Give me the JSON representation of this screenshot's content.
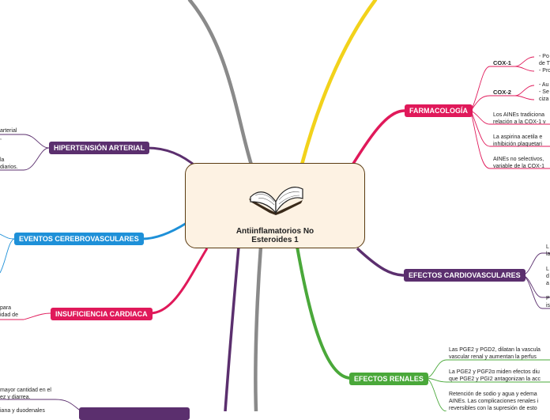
{
  "central": {
    "title_line1": "Antiinflamatorios No",
    "title_line2": "Esteroides 1",
    "icon": "open-book-icon"
  },
  "colors": {
    "gray": "#8a8a8a",
    "yellow": "#f2d21b",
    "pink": "#e0195a",
    "purple": "#5b2f6e",
    "green": "#4aa83a",
    "blue": "#1e90d8",
    "brown": "#5a3a10",
    "central_bg": "#fdf2e3"
  },
  "branches": {
    "farmacologia": {
      "label": "FARMACOLOGÍA"
    },
    "cardiovasculares": {
      "label": "EFECTOS CARDIOVASCULARES"
    },
    "renales": {
      "label": "EFECTOS RENALES"
    },
    "hipertension": {
      "label": "HIPERTENSIÓN ARTERIAL"
    },
    "cerebrovasculares": {
      "label": "EVENTOS CEREBROVASCULARES"
    },
    "insuficiencia": {
      "label": "INSUFICIENCIA CARDIACA"
    }
  },
  "farmacologia_children": {
    "cox1": {
      "label": "COX-1",
      "lines": [
        "- Po",
        "de T",
        "- Pro"
      ]
    },
    "cox2": {
      "label": "COX-2",
      "lines": [
        "- Au",
        "- Se",
        "ciza"
      ]
    },
    "t1": [
      "Los AINEs tradiciona",
      "relación a la COX-1 v"
    ],
    "t2": [
      "La aspirina acetila e",
      "inhibición plaquetari"
    ],
    "t3": [
      "AINEs no selectivos,",
      "variable de la COX-1"
    ]
  },
  "cardio_children": {
    "t1": [
      "L",
      "la"
    ],
    "t2": [
      "L",
      "d",
      "a"
    ],
    "t3": [
      "P",
      "is"
    ]
  },
  "renales_children": {
    "t1": [
      "Las PGE2 y PGD2, dilatan la vascula",
      "vascular renal y aumentan la perfus"
    ],
    "t2": [
      "La PGE2 y PGF2α miden efectos diu",
      "que PGE2 y PGI2 antagonizan la acc"
    ],
    "t3": [
      "Retención de sodio y agua y edema",
      "AINEs. Las complicaciones renales i",
      "reversibles con la supresión de esto"
    ]
  },
  "left_fragments": {
    "hta": [
      "arterial",
      ",",
      "la",
      "diarios."
    ],
    "ic": [
      "para",
      "idad de"
    ],
    "bottom": [
      "mayor cantidad en el",
      "ez y diarrea.",
      "iana y duodenales"
    ]
  }
}
